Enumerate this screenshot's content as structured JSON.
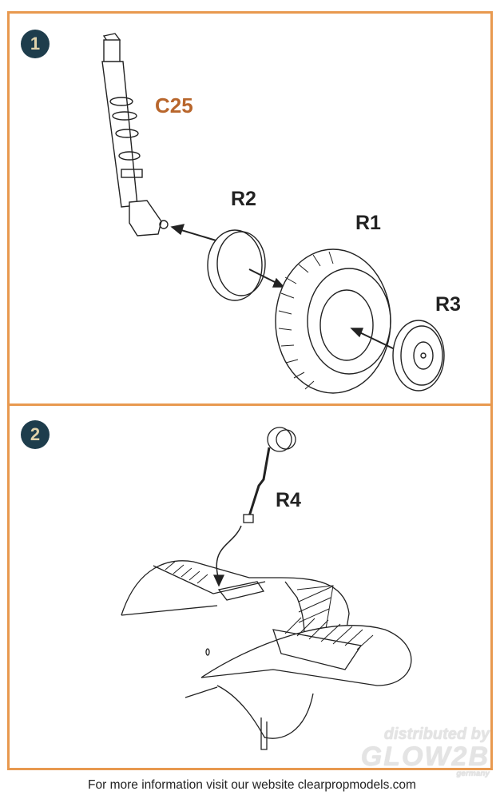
{
  "steps": [
    {
      "number": "1",
      "parts": {
        "strut": "C25",
        "hub_cap": "R2",
        "tire": "R1",
        "wheel": "R3"
      }
    },
    {
      "number": "2",
      "parts": {
        "leg": "R4"
      }
    }
  ],
  "colors": {
    "border": "#e8994f",
    "badge": "#1e3d4c",
    "part_label_accent": "#b8662c"
  },
  "footer": {
    "text": "For more information visit our website ",
    "site": "clearpropmodels.com"
  },
  "watermark": {
    "line1": "distributed by",
    "line2": "GLOW2B",
    "line3": "germany"
  }
}
